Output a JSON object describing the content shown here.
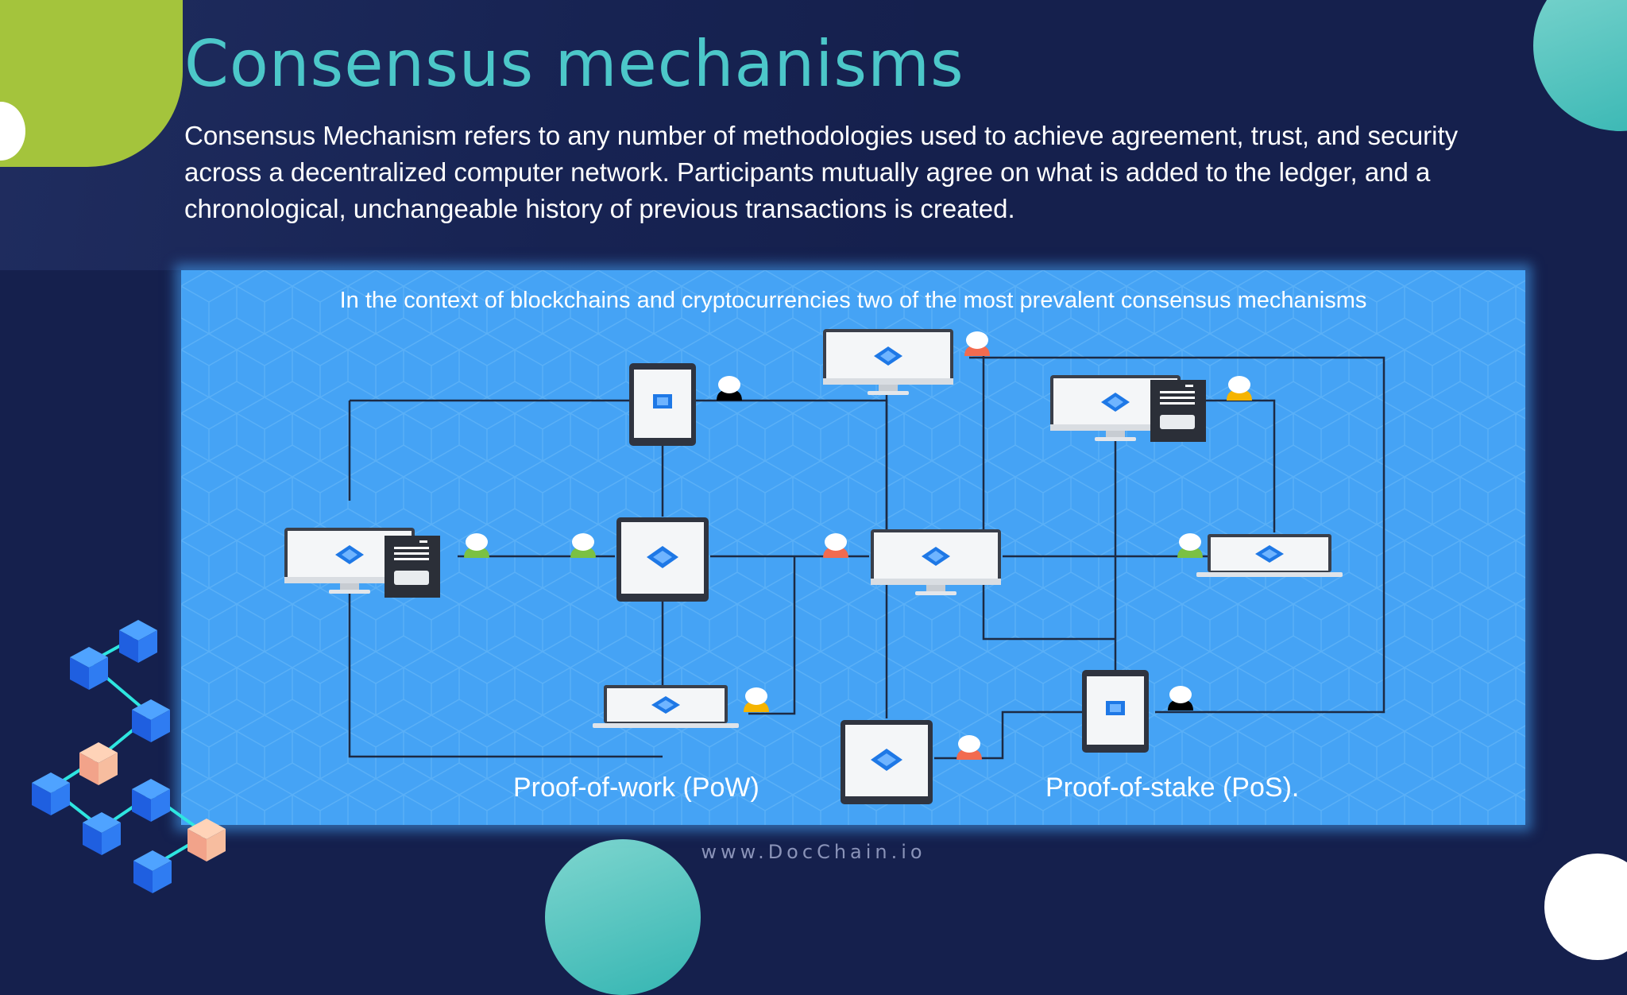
{
  "slide": {
    "title": "Consensus mechanisms",
    "intro": "Consensus Mechanism refers to any number of methodologies used to achieve agreement, trust, and security across a decentralized computer network. Participants mutually agree on what is added to the ledger, and a chronological, unchangeable history of previous transactions is created.",
    "footer": "www.DocChain.io"
  },
  "diagram": {
    "caption": "In the context of blockchains and cryptocurrencies two of the most prevalent consensus mechanisms",
    "label_pow": "Proof-of-work (PoW)",
    "label_pos": "Proof-of-stake (PoS).",
    "background_color": "#45a3f5",
    "node_icon": "diamond-icon",
    "user_icon_colors": [
      "#000000",
      "#f26b4f",
      "#f5b400",
      "#7bc142"
    ]
  },
  "colors": {
    "background": "#15204d",
    "title": "#4cc7c9",
    "accent_green": "#a4c43c",
    "accent_teal": "#34b5b2"
  }
}
